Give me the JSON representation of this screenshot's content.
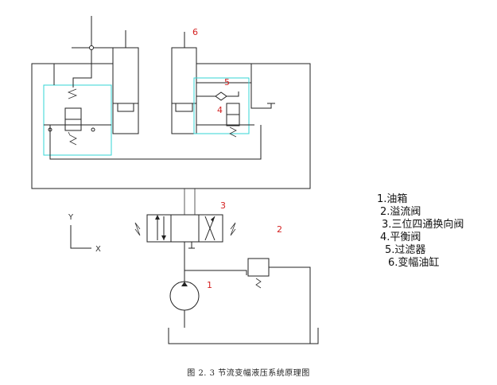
{
  "labels": {
    "n1": "1",
    "n2": "2",
    "n3": "3",
    "n4": "4",
    "n5": "5",
    "n6": "6",
    "axis_y": "Y",
    "axis_x": "X"
  },
  "legend": [
    "1.油箱",
    "2.溢流阀",
    "3.三位四通换向阀",
    "4.平衡阀",
    "5.过滤器",
    "6.变幅油缸"
  ],
  "caption": "图 2. 3 节流变幅液压系统原理图",
  "colors": {
    "line": "#222222",
    "label_red": "#d42020",
    "box_cyan": "#33d6d6"
  }
}
